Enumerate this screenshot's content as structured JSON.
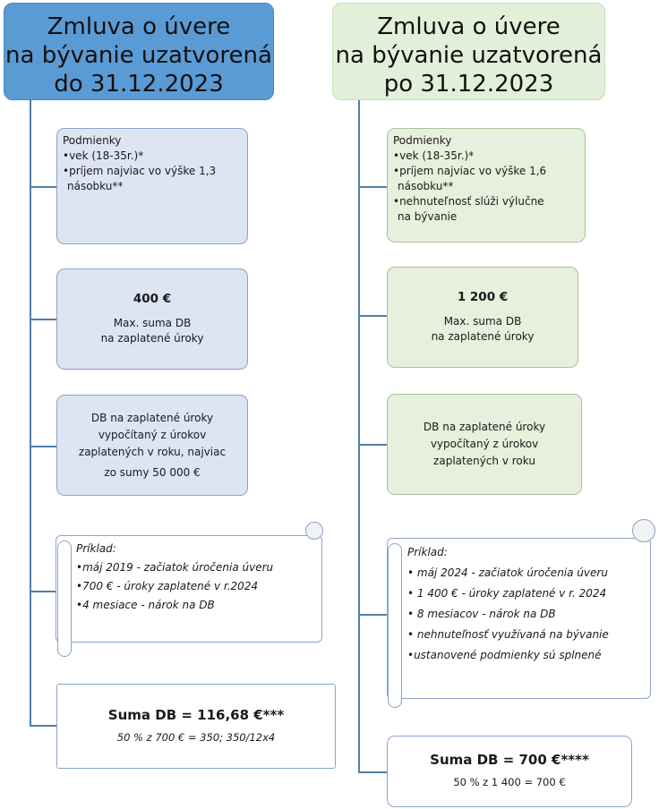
{
  "left": {
    "header": [
      "Zmluva o úvere",
      "na bývanie uzatvorená",
      "do 31.12.2023"
    ],
    "conditions": {
      "title": "Podmienky",
      "items": [
        "•vek (18-35r.)*",
        "•príjem najviac vo výške 1,3",
        "násobku**"
      ]
    },
    "max": {
      "amount": "400 €",
      "line1": "Max. suma DB",
      "line2": "na zaplatené úroky"
    },
    "calc": [
      "DB na zaplatené úroky",
      "vypočítaný z úrokov",
      "zaplatených v roku, najviac",
      "zo sumy 50 000 €"
    ],
    "example": {
      "title": "Príklad:",
      "items": [
        "•máj 2019 - začiatok úročenia úveru",
        "•700 € - úroky zaplatené v r.2024",
        "•4 mesiace - nárok na DB"
      ]
    },
    "sum": {
      "title": "Suma DB = 116,68 €***",
      "calc": "50 % z 700 € = 350; 350/12x4"
    }
  },
  "right": {
    "header": [
      "Zmluva o úvere",
      "na bývanie uzatvorená",
      "po 31.12.2023"
    ],
    "conditions": {
      "title": "Podmienky",
      "items": [
        "•vek (18-35r.)*",
        "•príjem najviac vo výške 1,6",
        "násobku**",
        "•nehnuteľnosť slúži výlučne",
        "na bývanie"
      ]
    },
    "max": {
      "amount": "1 200 €",
      "line1": "Max. suma DB",
      "line2": "na zaplatené úroky"
    },
    "calc": [
      "DB na zaplatené úroky",
      "vypočítaný z úrokov",
      "zaplatených v roku"
    ],
    "example": {
      "title": "Príklad:",
      "items": [
        "• máj 2024 - začiatok úročenia úveru",
        "• 1 400 € - úroky zaplatené v r. 2024",
        "• 8 mesiacov - nárok na DB",
        "• nehnuteľnosť využívaná na bývanie",
        "•ustanovené podmienky sú splnené"
      ]
    },
    "sum": {
      "title": "Suma DB = 700 €****",
      "calc": "50 % z 1 400 = 700 €"
    }
  },
  "colors": {
    "left_header": "#5b9bd5",
    "right_header": "#e2f0d9",
    "blue_box": "#dde4f2",
    "green_box": "#e6f0dd",
    "connector": "#4f7fa8"
  }
}
